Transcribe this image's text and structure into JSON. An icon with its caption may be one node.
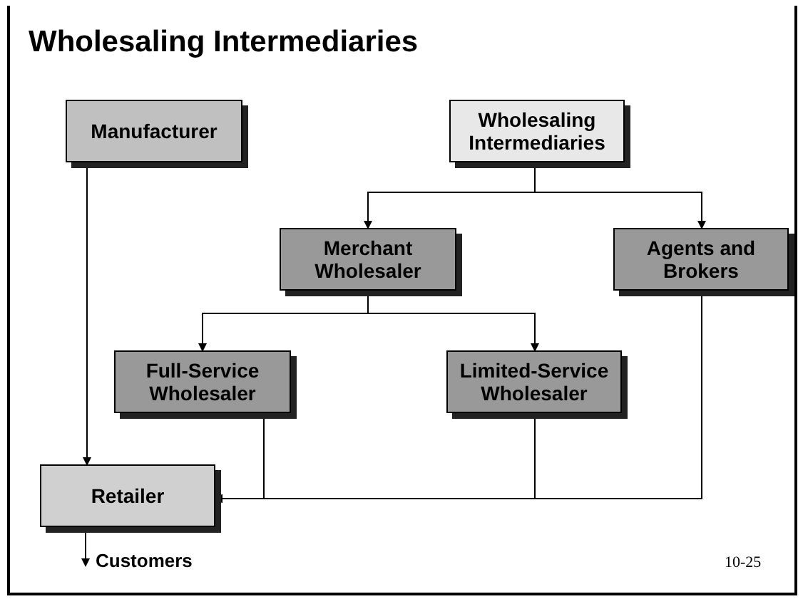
{
  "diagram": {
    "title": "Wholesaling Intermediaries",
    "nodes": [
      {
        "text": [
          "Manufacturer"
        ]
      },
      {
        "text": [
          "Wholesaling Intermediaries"
        ]
      },
      {
        "text": [
          "Merchant Wholesaler"
        ]
      },
      {
        "text": [
          "Agents and Brokers"
        ]
      },
      {
        "text": [
          "Full-Service Wholesaler"
        ]
      },
      {
        "text": [
          "Limited-Service Wholesaler"
        ]
      },
      {
        "text": [
          "Retailer"
        ]
      },
      {
        "text": [
          "Customers"
        ]
      }
    ],
    "edges": [
      {
        "from": 0,
        "to": 6,
        "arrow": "to"
      },
      {
        "from": 1,
        "to": 2,
        "arrow": "to"
      },
      {
        "from": 1,
        "to": 3,
        "arrow": "to"
      },
      {
        "from": 2,
        "to": 4,
        "arrow": "to"
      },
      {
        "from": 2,
        "to": 5,
        "arrow": "to"
      },
      {
        "from": 4,
        "to": 6,
        "arrow": "to"
      },
      {
        "from": 5,
        "to": 6,
        "arrow": "to"
      },
      {
        "from": 3,
        "to": 6,
        "arrow": "to"
      },
      {
        "from": 6,
        "to": 7,
        "arrow": "to"
      }
    ],
    "labels": [
      "10-25"
    ]
  }
}
